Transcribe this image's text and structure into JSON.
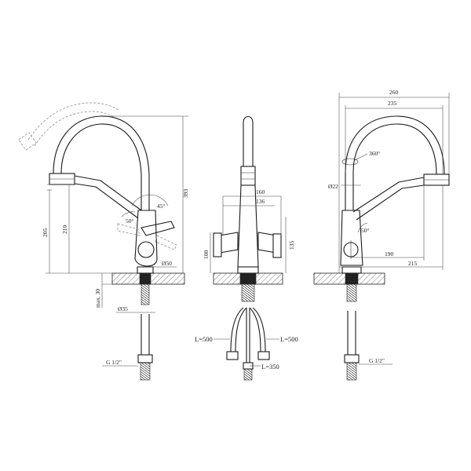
{
  "labels": {
    "side_height": "393",
    "side_spout_h": "210",
    "side_base_h": "205",
    "side_angle": "45°",
    "side_angle2": "50°",
    "side_base_d": "Ø50",
    "side_max": "max. 30",
    "side_hole_d": "Ø35",
    "side_thread": "G 1/2\"",
    "front_w1": "160",
    "front_w2": "136",
    "front_h1": "100",
    "front_h2": "135",
    "front_hose1": "L=500",
    "front_hose2": "L=500",
    "front_hose3": "L=350",
    "right_w_total": "260",
    "right_w_spout": "235",
    "right_rotation": "360°",
    "right_d": "Ø22",
    "right_angle": "50°",
    "right_w3": "190",
    "right_w4": "215",
    "right_thread": "G 1/2\""
  }
}
